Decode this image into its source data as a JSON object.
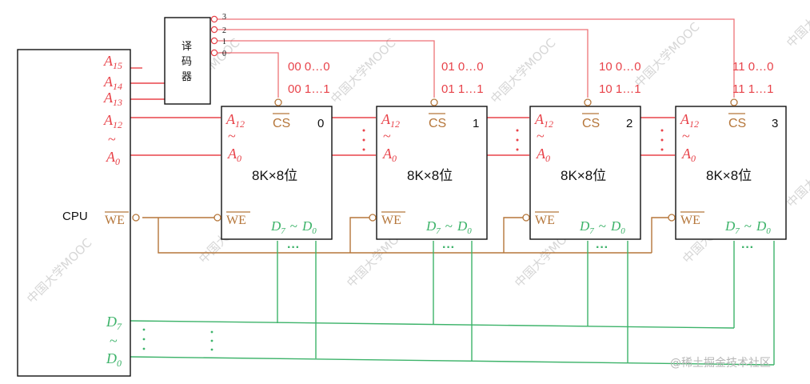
{
  "cpu": {
    "label": "CPU",
    "addr_high": [
      {
        "base": "A",
        "sub": "15"
      },
      {
        "base": "A",
        "sub": "14"
      },
      {
        "base": "A",
        "sub": "13"
      }
    ],
    "addr_low_top": {
      "base": "A",
      "sub": "12"
    },
    "addr_low_bottom": {
      "base": "A",
      "sub": "0"
    },
    "tilde": "~",
    "we": "WE",
    "data_top": {
      "base": "D",
      "sub": "7"
    },
    "data_bottom": {
      "base": "D",
      "sub": "0"
    }
  },
  "decoder": {
    "label_chars": [
      "译",
      "码",
      "器"
    ],
    "outputs": [
      "3",
      "2",
      "1",
      "0"
    ]
  },
  "chips": [
    {
      "index": "0",
      "range_start": "00 0…0",
      "range_end": "00 1…1"
    },
    {
      "index": "1",
      "range_start": "01 0…0",
      "range_end": "01 1…1"
    },
    {
      "index": "2",
      "range_start": "10 0…0",
      "range_end": "10 1…1"
    },
    {
      "index": "3",
      "range_start": "11 0…0",
      "range_end": "11 1…1"
    }
  ],
  "chip_labels": {
    "addr_top": {
      "base": "A",
      "sub": "12"
    },
    "addr_bottom": {
      "base": "A",
      "sub": "0"
    },
    "tilde": "~",
    "cs": "CS",
    "capacity": "8K×8位",
    "we": "WE",
    "data_prefix": {
      "base": "D",
      "sub": "7"
    },
    "data_mid": "~",
    "data_suffix": {
      "base": "D",
      "sub": "0"
    },
    "ellipsis": "···",
    "vdots": "⋮"
  },
  "watermark": {
    "corner_text": "@稀土掘金技术社区",
    "diagonal_text": "中国大学MOOC"
  },
  "colors": {
    "address": "#e8434a",
    "control": "#b5763a",
    "data": "#3db36a",
    "box": "#111111",
    "watermark": "#cfcfcf"
  }
}
